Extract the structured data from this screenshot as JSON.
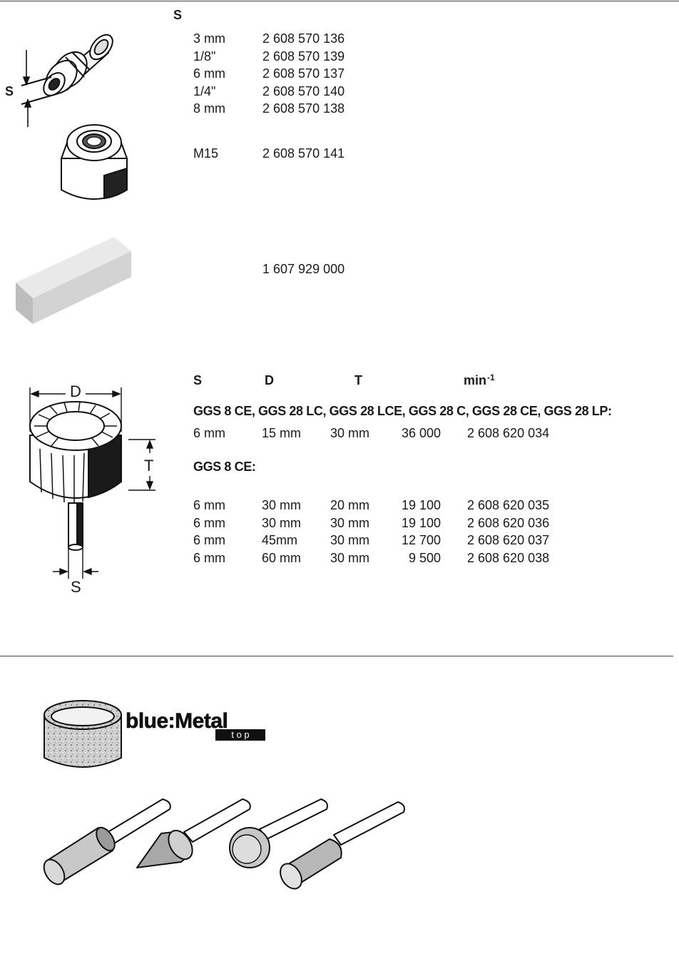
{
  "section1": {
    "header": "S",
    "dim_label": "S",
    "rows": [
      {
        "size": "3 mm",
        "code": "2 608 570 136"
      },
      {
        "size": "1/8\"",
        "code": "2 608 570 139"
      },
      {
        "size": "6 mm",
        "code": "2 608 570 137"
      },
      {
        "size": "1/4\"",
        "code": "2 608 570 140"
      },
      {
        "size": "8 mm",
        "code": "2 608 570 138"
      }
    ]
  },
  "section2": {
    "size": "M15",
    "code": "2 608 570 141"
  },
  "section3": {
    "code": "1 607 929 000"
  },
  "section4": {
    "headers": {
      "s": "S",
      "d": "D",
      "t": "T",
      "rpm": "min",
      "rpm_sup": "-1"
    },
    "diagram_labels": {
      "d": "D",
      "t": "T",
      "s": "S"
    },
    "group1": {
      "title": "GGS 8 CE, GGS 28 LC, GGS 28 LCE, GGS 28 C, GGS 28 CE, GGS 28 LP:",
      "rows": [
        {
          "s": "6 mm",
          "d": "15 mm",
          "t": "30 mm",
          "rpm": "36 000",
          "code": "2 608 620 034"
        }
      ]
    },
    "group2": {
      "title": "GGS 8 CE:",
      "rows": [
        {
          "s": "6 mm",
          "d": "30 mm",
          "t": "20 mm",
          "rpm": "19 100",
          "code": "2 608 620 035"
        },
        {
          "s": "6 mm",
          "d": "30 mm",
          "t": "30 mm",
          "rpm": "19 100",
          "code": "2 608 620 036"
        },
        {
          "s": "6 mm",
          "d": "45mm",
          "t": "30 mm",
          "rpm": "12 700",
          "code": "2 608 620 037"
        },
        {
          "s": "6 mm",
          "d": "60 mm",
          "t": "30 mm",
          "rpm": "9 500",
          "code": "2 608 620 038"
        }
      ]
    }
  },
  "logo": {
    "brand": "blue:Metal",
    "sub": "t o p"
  }
}
